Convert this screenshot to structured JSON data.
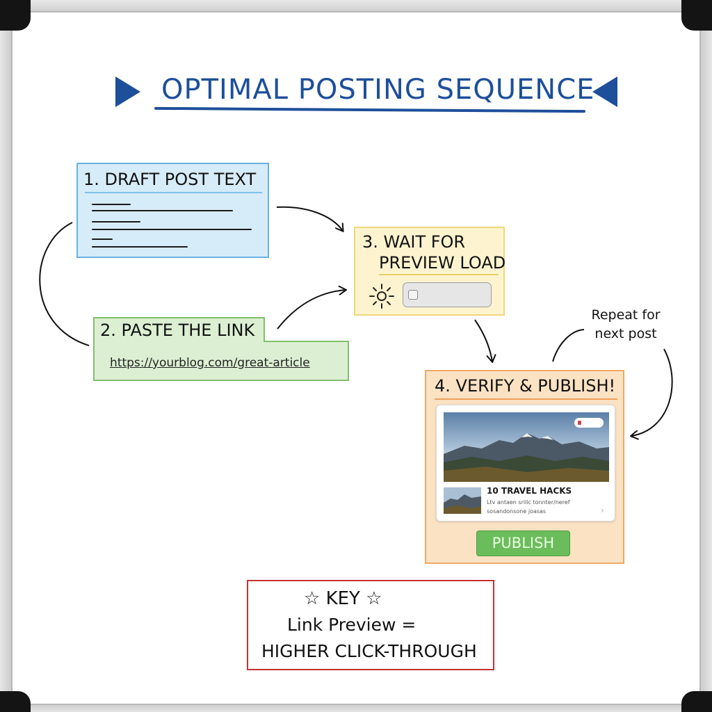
{
  "title": "OPTIMAL POSTING SEQUENCE",
  "steps": {
    "step1": {
      "heading": "1. DRAFT POST TEXT"
    },
    "step2": {
      "heading": "2. PASTE THE LINK",
      "link": "https://yourblog.com/great-article"
    },
    "step3": {
      "heading_line1": "3. WAIT FOR",
      "heading_line2": "PREVIEW LOAD"
    },
    "step4": {
      "heading": "4. VERIFY & PUBLISH!",
      "preview_title": "10 TRAVEL HACKS",
      "preview_desc_line1": "Ltv antaen srilic tonnter/neref",
      "preview_desc_line2": "sosandonsone joasas",
      "publish_label": "PUBLISH"
    }
  },
  "repeat_note": {
    "line1": "Repeat for",
    "line2": "next post"
  },
  "key": {
    "heading": "☆ KEY ☆",
    "line1": "Link Preview =",
    "line2": "HIGHER CLICK-THROUGH"
  },
  "colors": {
    "title_blue": "#1d4f9a",
    "step1_fill": "#d6ecf8",
    "step2_fill": "#dcefd3",
    "step3_fill": "#fdf4cf",
    "step4_fill": "#fbe2c3",
    "publish_green": "#6bbd5b",
    "key_border": "#c53232"
  },
  "icons": [
    "triangle-right-icon",
    "triangle-left-icon",
    "sun-loading-icon",
    "checkbox-icon",
    "chevron-right-icon",
    "star-icon"
  ]
}
